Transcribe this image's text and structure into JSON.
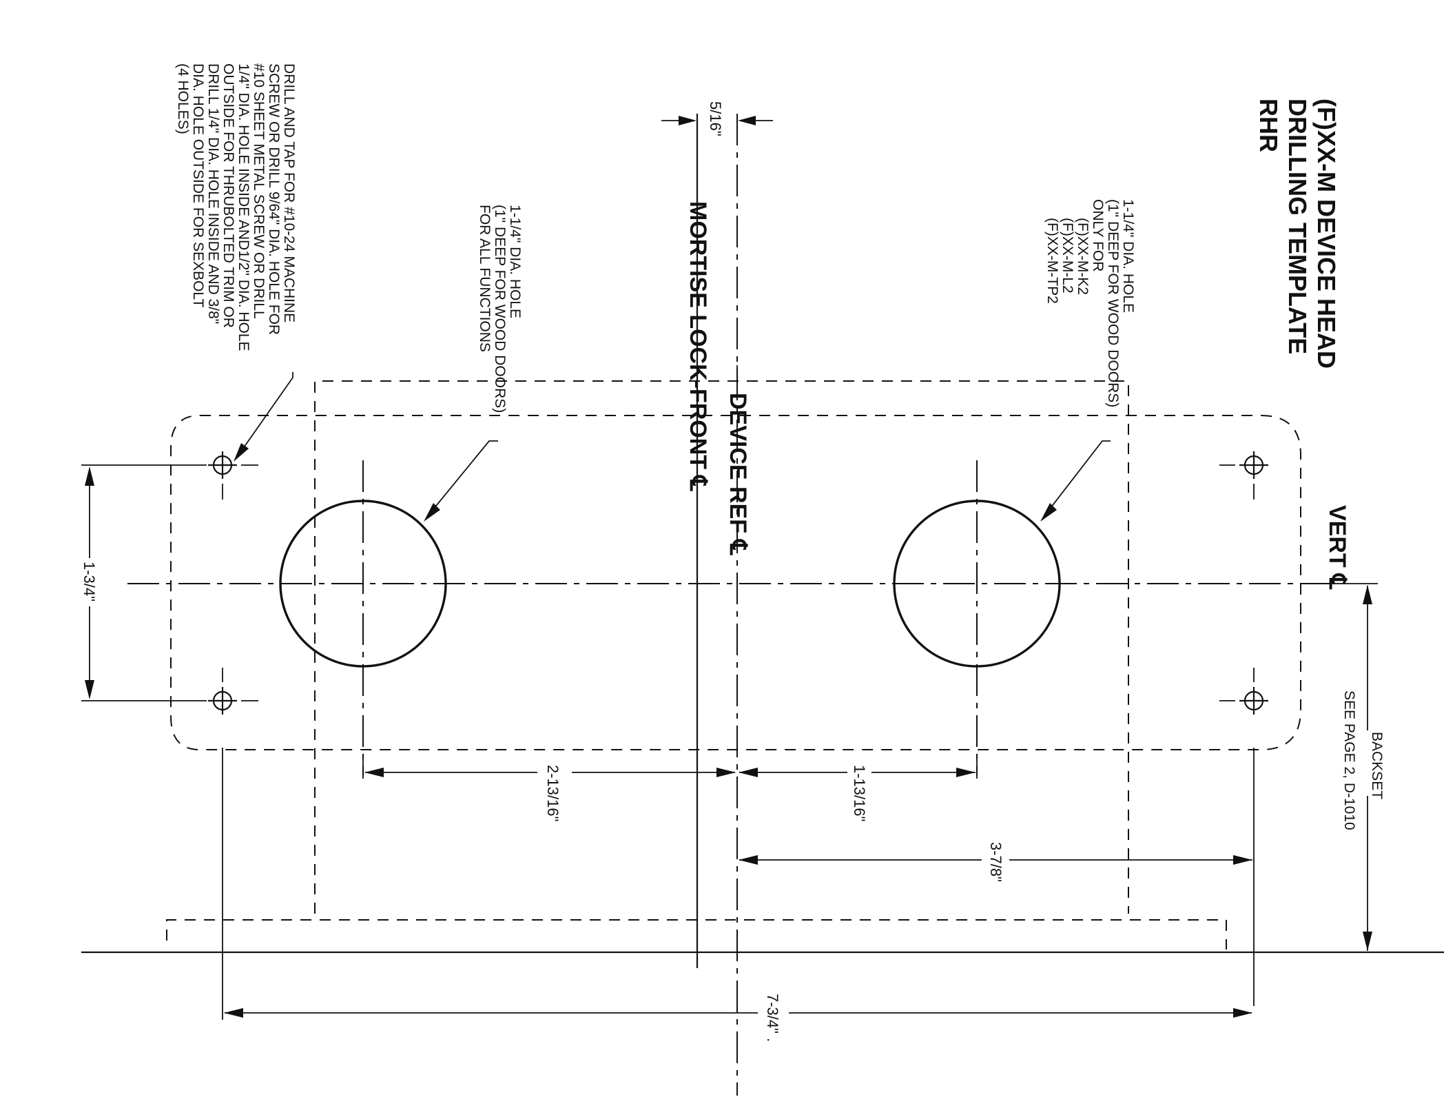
{
  "title": {
    "line1": "(F)XX-M DEVICE HEAD",
    "line2": "DRILLING TEMPLATE",
    "line3": "RHR"
  },
  "centerlines": {
    "vert": "VERT ℄",
    "device_ref": "DEVICE REF ℄",
    "mortise_lock_front": "MORTISE LOCK-FRONT ℄"
  },
  "notes": {
    "upper_hole": [
      "1-1/4\" DIA. HOLE",
      "(1\" DEEP FOR WOOD DOORS)",
      "ONLY FOR",
      "(F)XX-M-K2",
      "(F)XX-M-L2",
      "(F)XX-M-TP2"
    ],
    "lower_hole": [
      "1-1/4\" DIA. HOLE",
      "(1\" DEEP FOR WOOD DOORS)",
      "FOR ALL FUNCTIONS"
    ],
    "screw_holes": [
      "DRILL AND TAP FOR #10-24 MACHINE",
      "SCREW OR DRILL 9/64\" DIA. HOLE FOR",
      "#10 SHEET METAL SCREW OR DRILL",
      "1/4\" DIA. HOLE INSIDE AND1/2\" DIA. HOLE",
      "OUTSIDE FOR THRUBOLTED TRIM OR",
      "DRILL 1/4\" DIA. HOLE INSIDE AND 3/8\"",
      "DIA. HOLE OUTSIDE FOR SEXBOLT",
      "(4 HOLES)"
    ],
    "backset": [
      "BACKSET",
      "SEE PAGE 2, D-1010"
    ]
  },
  "dimensions": {
    "d_5_16": "5/16\"",
    "d_1_3_4": "1-3/4\"",
    "d_2_13_16": "2-13/16\"",
    "d_1_13_16": "1-13/16\"",
    "d_3_7_8": "3-7/8\"",
    "d_7_3_4": "7-3/4\" ."
  }
}
